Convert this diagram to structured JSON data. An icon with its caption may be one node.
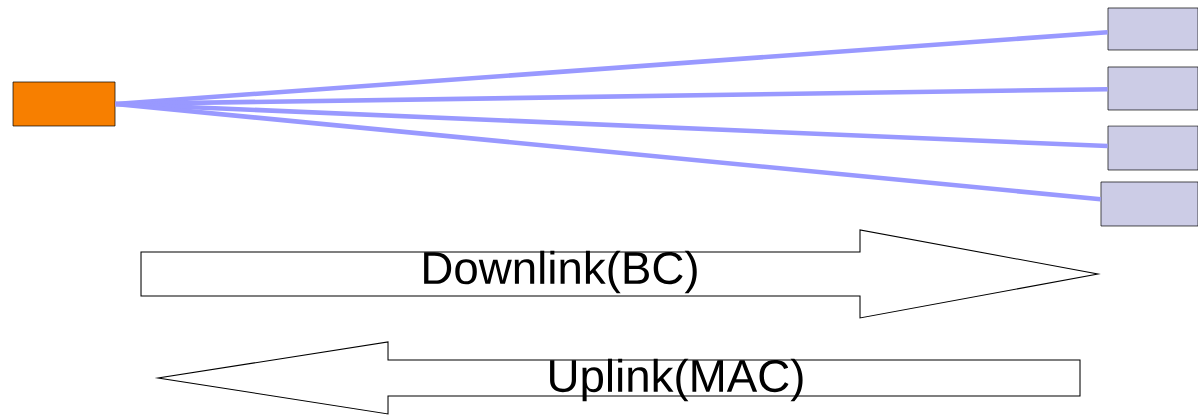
{
  "diagram": {
    "nodes": [
      {
        "text": [],
        "shape": "box"
      },
      {
        "text": [],
        "shape": "box"
      },
      {
        "text": [],
        "shape": "box"
      },
      {
        "text": [],
        "shape": "box"
      },
      {
        "text": [],
        "shape": "box"
      }
    ],
    "edges": [
      {
        "from": 0,
        "to": 1,
        "arrow": "none"
      },
      {
        "from": 0,
        "to": 2,
        "arrow": "none"
      },
      {
        "from": 0,
        "to": 3,
        "arrow": "none"
      },
      {
        "from": 0,
        "to": 4,
        "arrow": "none"
      }
    ],
    "labels": [
      "Downlink(BC)",
      "Uplink(MAC)"
    ]
  }
}
